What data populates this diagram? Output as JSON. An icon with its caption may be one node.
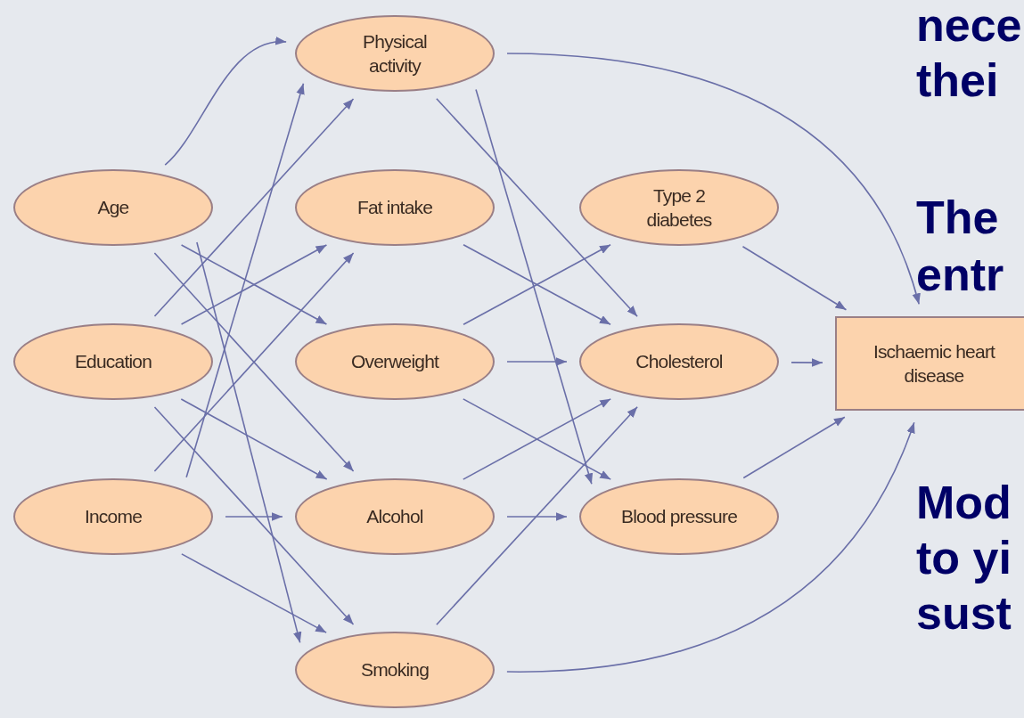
{
  "diagram": {
    "nodes": [
      {
        "text": [
          "Age"
        ]
      },
      {
        "text": [
          "Education"
        ]
      },
      {
        "text": [
          "Income"
        ]
      },
      {
        "text": [
          "Physical activity"
        ]
      },
      {
        "text": [
          "Fat intake"
        ]
      },
      {
        "text": [
          "Overweight"
        ]
      },
      {
        "text": [
          "Alcohol"
        ]
      },
      {
        "text": [
          "Smoking"
        ]
      },
      {
        "text": [
          "Type 2 diabetes"
        ]
      },
      {
        "text": [
          "Cholesterol"
        ]
      },
      {
        "text": [
          "Blood pressure"
        ]
      },
      {
        "text": [
          "Ischaemic heart disease"
        ]
      }
    ],
    "edges": [
      {
        "from": 0,
        "to": 5,
        "arrow": "to"
      },
      {
        "from": 0,
        "to": 6,
        "arrow": "to"
      },
      {
        "from": 0,
        "to": 7,
        "arrow": "to"
      },
      {
        "from": 0,
        "to": 3,
        "arrow": "to"
      },
      {
        "from": 1,
        "to": 3,
        "arrow": "to"
      },
      {
        "from": 1,
        "to": 4,
        "arrow": "to"
      },
      {
        "from": 1,
        "to": 6,
        "arrow": "to"
      },
      {
        "from": 1,
        "to": 7,
        "arrow": "to"
      },
      {
        "from": 2,
        "to": 3,
        "arrow": "to"
      },
      {
        "from": 2,
        "to": 4,
        "arrow": "to"
      },
      {
        "from": 2,
        "to": 6,
        "arrow": "to"
      },
      {
        "from": 2,
        "to": 7,
        "arrow": "to"
      },
      {
        "from": 3,
        "to": 9,
        "arrow": "to"
      },
      {
        "from": 3,
        "to": 10,
        "arrow": "to"
      },
      {
        "from": 3,
        "to": 11,
        "arrow": "to"
      },
      {
        "from": 4,
        "to": 9,
        "arrow": "to"
      },
      {
        "from": 5,
        "to": 8,
        "arrow": "to"
      },
      {
        "from": 5,
        "to": 9,
        "arrow": "to"
      },
      {
        "from": 5,
        "to": 10,
        "arrow": "to"
      },
      {
        "from": 6,
        "to": 9,
        "arrow": "to"
      },
      {
        "from": 6,
        "to": 10,
        "arrow": "to"
      },
      {
        "from": 7,
        "to": 9,
        "arrow": "to"
      },
      {
        "from": 7,
        "to": 11,
        "arrow": "to"
      },
      {
        "from": 8,
        "to": 11,
        "arrow": "to"
      },
      {
        "from": 9,
        "to": 11,
        "arrow": "to"
      },
      {
        "from": 10,
        "to": 11,
        "arrow": "to"
      }
    ],
    "labels": [
      "nece",
      "thei",
      "The",
      "entr",
      "Mod",
      "to yi",
      "sust"
    ]
  }
}
